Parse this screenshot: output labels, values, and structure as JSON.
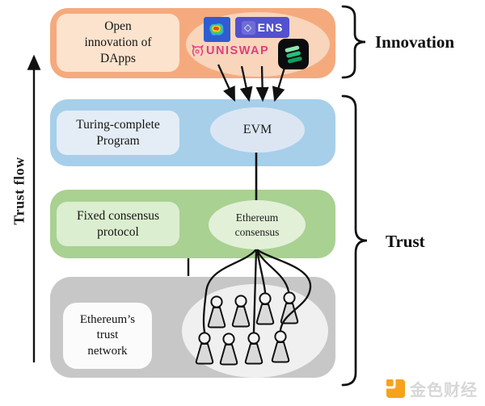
{
  "diagram": {
    "trust_flow_label": "Trust flow",
    "innovation_label": "Innovation",
    "trust_label": "Trust"
  },
  "layers": {
    "dapps": {
      "label": "Open\ninnovation of\nDApps"
    },
    "program": {
      "label": "Turing-complete\nProgram",
      "node": "EVM"
    },
    "consensus": {
      "label": "Fixed consensus\nprotocol",
      "node": "Ethereum\nconsensus"
    },
    "network": {
      "label": "Ethereum’s\ntrust\nnetwork"
    }
  },
  "dapp_logos": {
    "ens_label": "ENS",
    "uniswap_label": "UNISWAP"
  },
  "icons": {
    "ens_diamond": "◇"
  },
  "watermark": {
    "text": "金色财经"
  },
  "colors": {
    "innovation_layer": "#f5aa7e",
    "program_layer": "#a7cfea",
    "consensus_layer": "#a9d192",
    "network_layer": "#c7c7c7",
    "ens_blue": "#5351cf",
    "uniswap_pink": "#dd3f7e",
    "compound_green": "#27c079",
    "watermark_orange": "#f6a21d",
    "line_black": "#111111"
  }
}
